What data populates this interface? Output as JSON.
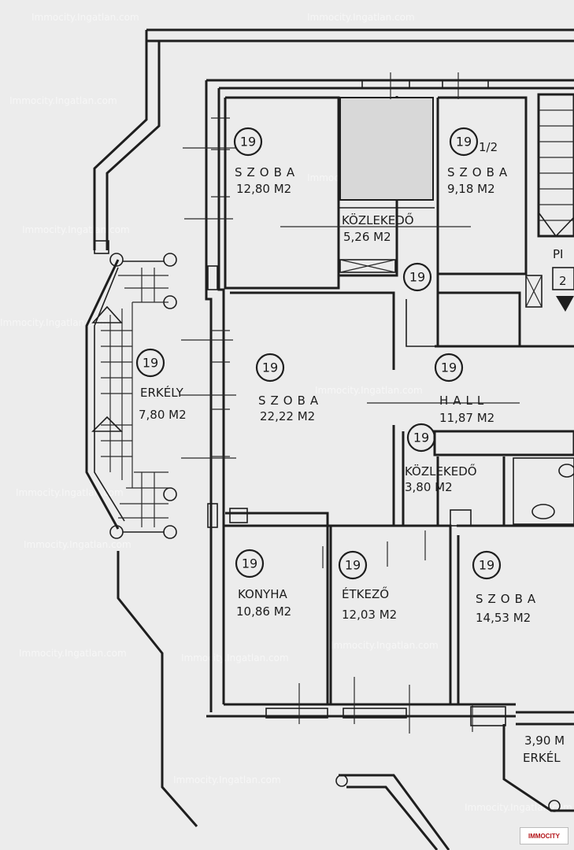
{
  "rooms": [
    {
      "id": "szoba-1",
      "number": "19",
      "name": "SZOBA",
      "area": "12,80 M2"
    },
    {
      "id": "szoba-2",
      "number": "19",
      "suffix": "1/2",
      "name": "SZOBA",
      "area": "9,18 M2"
    },
    {
      "id": "kozlekedo-1",
      "name": "KÖZLEKEDŐ",
      "area": "5,26 M2"
    },
    {
      "id": "corridor",
      "number": "19"
    },
    {
      "id": "erkely-1",
      "number": "19",
      "name": "ERKÉLY",
      "area": "7,80 M2"
    },
    {
      "id": "szoba-3",
      "number": "19",
      "name": "SZOBA",
      "area": "22,22 M2"
    },
    {
      "id": "hall",
      "number": "19",
      "name": "HALL",
      "area": "11,87 M2"
    },
    {
      "id": "kozlekedo-2",
      "number": "19",
      "name": "KÖZLEKEDŐ",
      "area": "3,80 M2"
    },
    {
      "id": "konyha",
      "number": "19",
      "name": "KONYHA",
      "area": "10,86 M2"
    },
    {
      "id": "etkezo",
      "number": "19",
      "name": "ÉTKEZŐ",
      "area": "12,03 M2"
    },
    {
      "id": "szoba-4",
      "number": "19",
      "name": "SZOBA",
      "area": "14,53 M2"
    },
    {
      "id": "erkely-2",
      "name": "ERKÉL",
      "area": "3,90 M"
    }
  ],
  "stair": {
    "letter": "PI",
    "digit": "2"
  },
  "watermark": "Immocity.Ingatlan.com",
  "logo": {
    "text": "IMMOCITY"
  },
  "colors": {
    "paper": "#ececec",
    "ink": "#1e1e1e",
    "logo": "#b31217"
  }
}
